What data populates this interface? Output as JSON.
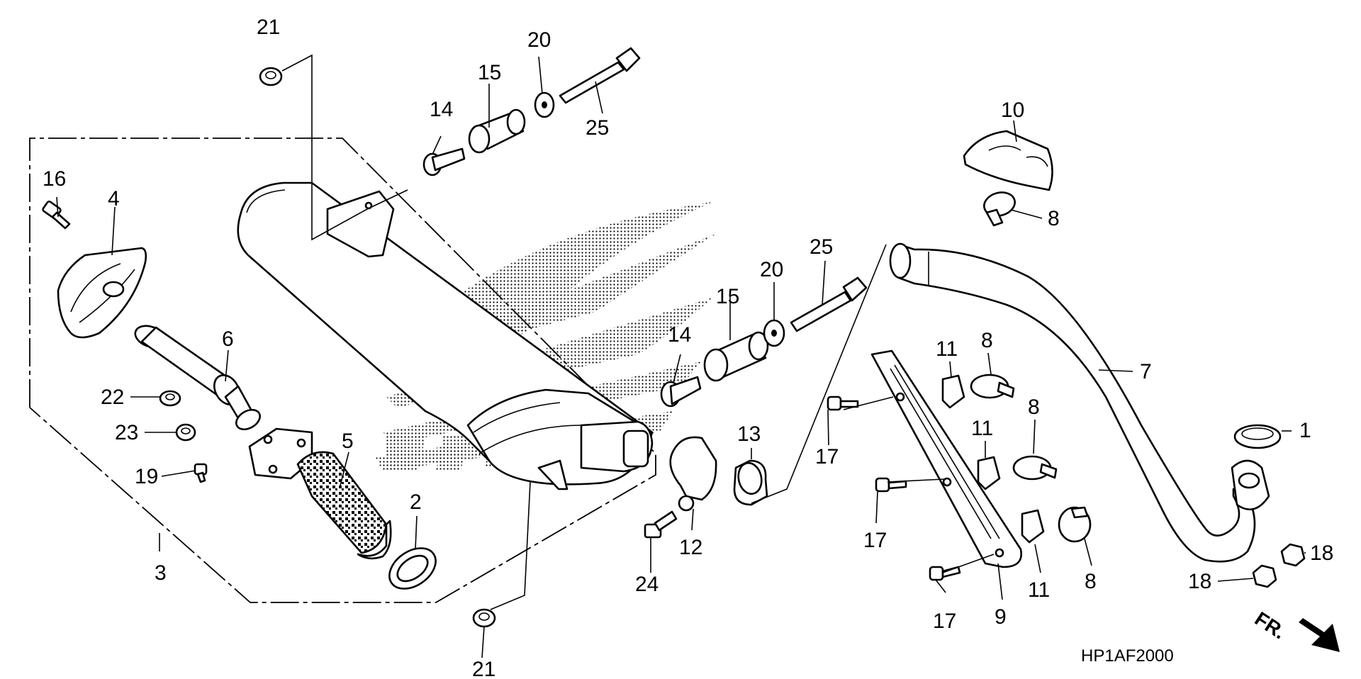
{
  "diagram": {
    "code": "HP1AF2000",
    "direction_mark": "FR.",
    "callouts": [
      {
        "id": "c1",
        "text": "1"
      },
      {
        "id": "c2",
        "text": "2"
      },
      {
        "id": "c3",
        "text": "3"
      },
      {
        "id": "c4",
        "text": "4"
      },
      {
        "id": "c5",
        "text": "5"
      },
      {
        "id": "c6",
        "text": "6"
      },
      {
        "id": "c7",
        "text": "7"
      },
      {
        "id": "c8a",
        "text": "8"
      },
      {
        "id": "c8b",
        "text": "8"
      },
      {
        "id": "c8c",
        "text": "8"
      },
      {
        "id": "c8d",
        "text": "8"
      },
      {
        "id": "c9",
        "text": "9"
      },
      {
        "id": "c10",
        "text": "10"
      },
      {
        "id": "c11a",
        "text": "11"
      },
      {
        "id": "c11b",
        "text": "11"
      },
      {
        "id": "c11c",
        "text": "11"
      },
      {
        "id": "c12",
        "text": "12"
      },
      {
        "id": "c13",
        "text": "13"
      },
      {
        "id": "c14a",
        "text": "14"
      },
      {
        "id": "c14b",
        "text": "14"
      },
      {
        "id": "c15a",
        "text": "15"
      },
      {
        "id": "c15b",
        "text": "15"
      },
      {
        "id": "c16",
        "text": "16"
      },
      {
        "id": "c17a",
        "text": "17"
      },
      {
        "id": "c17b",
        "text": "17"
      },
      {
        "id": "c17c",
        "text": "17"
      },
      {
        "id": "c18a",
        "text": "18"
      },
      {
        "id": "c18b",
        "text": "18"
      },
      {
        "id": "c19",
        "text": "19"
      },
      {
        "id": "c20a",
        "text": "20"
      },
      {
        "id": "c20b",
        "text": "20"
      },
      {
        "id": "c21a",
        "text": "21"
      },
      {
        "id": "c21b",
        "text": "21"
      },
      {
        "id": "c22",
        "text": "22"
      },
      {
        "id": "c23",
        "text": "23"
      },
      {
        "id": "c24",
        "text": "24"
      },
      {
        "id": "c25a",
        "text": "25"
      },
      {
        "id": "c25b",
        "text": "25"
      }
    ]
  }
}
